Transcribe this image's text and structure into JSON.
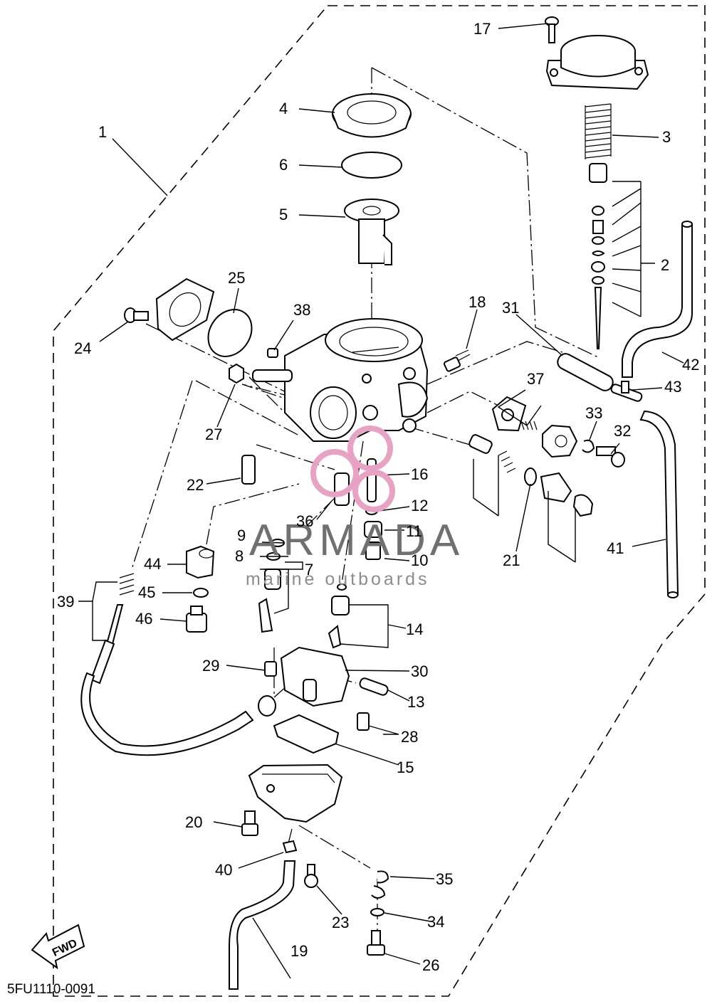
{
  "diagram": {
    "code": "5FU1110-0091",
    "fwd_label": "FWD",
    "watermark": {
      "brand": "ARMADA",
      "tagline": "marine outboards",
      "accent_color": "#e8a3c4"
    },
    "labels": [
      {
        "id": "p1",
        "text": "1"
      },
      {
        "id": "p2",
        "text": "2"
      },
      {
        "id": "p3",
        "text": "3"
      },
      {
        "id": "p4",
        "text": "4"
      },
      {
        "id": "p5",
        "text": "5"
      },
      {
        "id": "p6",
        "text": "6"
      },
      {
        "id": "p7",
        "text": "7"
      },
      {
        "id": "p8",
        "text": "8"
      },
      {
        "id": "p9",
        "text": "9"
      },
      {
        "id": "p10",
        "text": "10"
      },
      {
        "id": "p11",
        "text": "11"
      },
      {
        "id": "p12",
        "text": "12"
      },
      {
        "id": "p13",
        "text": "13"
      },
      {
        "id": "p14",
        "text": "14"
      },
      {
        "id": "p15",
        "text": "15"
      },
      {
        "id": "p16",
        "text": "16"
      },
      {
        "id": "p17",
        "text": "17"
      },
      {
        "id": "p18",
        "text": "18"
      },
      {
        "id": "p19",
        "text": "19"
      },
      {
        "id": "p20",
        "text": "20"
      },
      {
        "id": "p21",
        "text": "21"
      },
      {
        "id": "p22",
        "text": "22"
      },
      {
        "id": "p23",
        "text": "23"
      },
      {
        "id": "p24",
        "text": "24"
      },
      {
        "id": "p25",
        "text": "25"
      },
      {
        "id": "p26",
        "text": "26"
      },
      {
        "id": "p27",
        "text": "27"
      },
      {
        "id": "p28",
        "text": "28"
      },
      {
        "id": "p29",
        "text": "29"
      },
      {
        "id": "p30",
        "text": "30"
      },
      {
        "id": "p31",
        "text": "31"
      },
      {
        "id": "p32",
        "text": "32"
      },
      {
        "id": "p33",
        "text": "33"
      },
      {
        "id": "p34",
        "text": "34"
      },
      {
        "id": "p35",
        "text": "35"
      },
      {
        "id": "p36",
        "text": "36"
      },
      {
        "id": "p37",
        "text": "37"
      },
      {
        "id": "p38",
        "text": "38"
      },
      {
        "id": "p39",
        "text": "39"
      },
      {
        "id": "p40",
        "text": "40"
      },
      {
        "id": "p41",
        "text": "41"
      },
      {
        "id": "p42",
        "text": "42"
      },
      {
        "id": "p43",
        "text": "43"
      },
      {
        "id": "p44",
        "text": "44"
      },
      {
        "id": "p45",
        "text": "45"
      },
      {
        "id": "p46",
        "text": "46"
      }
    ]
  }
}
